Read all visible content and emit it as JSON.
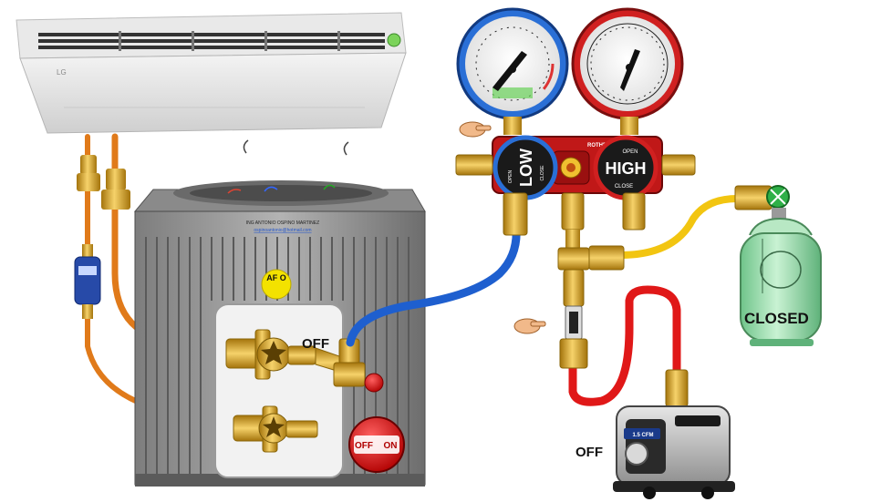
{
  "indoor_unit": {
    "brand": "LG"
  },
  "outdoor_unit": {
    "credit_name": "ING ANTONIO OSPINO MARTINEZ",
    "credit_link": "ospinoantonio@hotmail.com",
    "af_badge": "AF O"
  },
  "service_valves": {
    "status_label": "OFF"
  },
  "power_switch": {
    "off_label": "OFF",
    "on_label": "ON"
  },
  "manifold": {
    "brand": "ROTHENBERGER",
    "low_label": "LOW",
    "high_label": "HIGH",
    "open_label": "OPEN",
    "close_label": "CLOSE"
  },
  "refrigerant_tank": {
    "status_label": "CLOSED"
  },
  "vacuum_pump": {
    "status_label": "OFF",
    "capacity_label": "1.5 CFM"
  },
  "colors": {
    "low_side": "#2a6fd6",
    "high_side": "#d42020",
    "copper_line": "#e07a1a",
    "yellow_hose": "#f2c511",
    "red_hose": "#e01818",
    "tank": "#9fe0b0",
    "brass": "#d9a520"
  }
}
